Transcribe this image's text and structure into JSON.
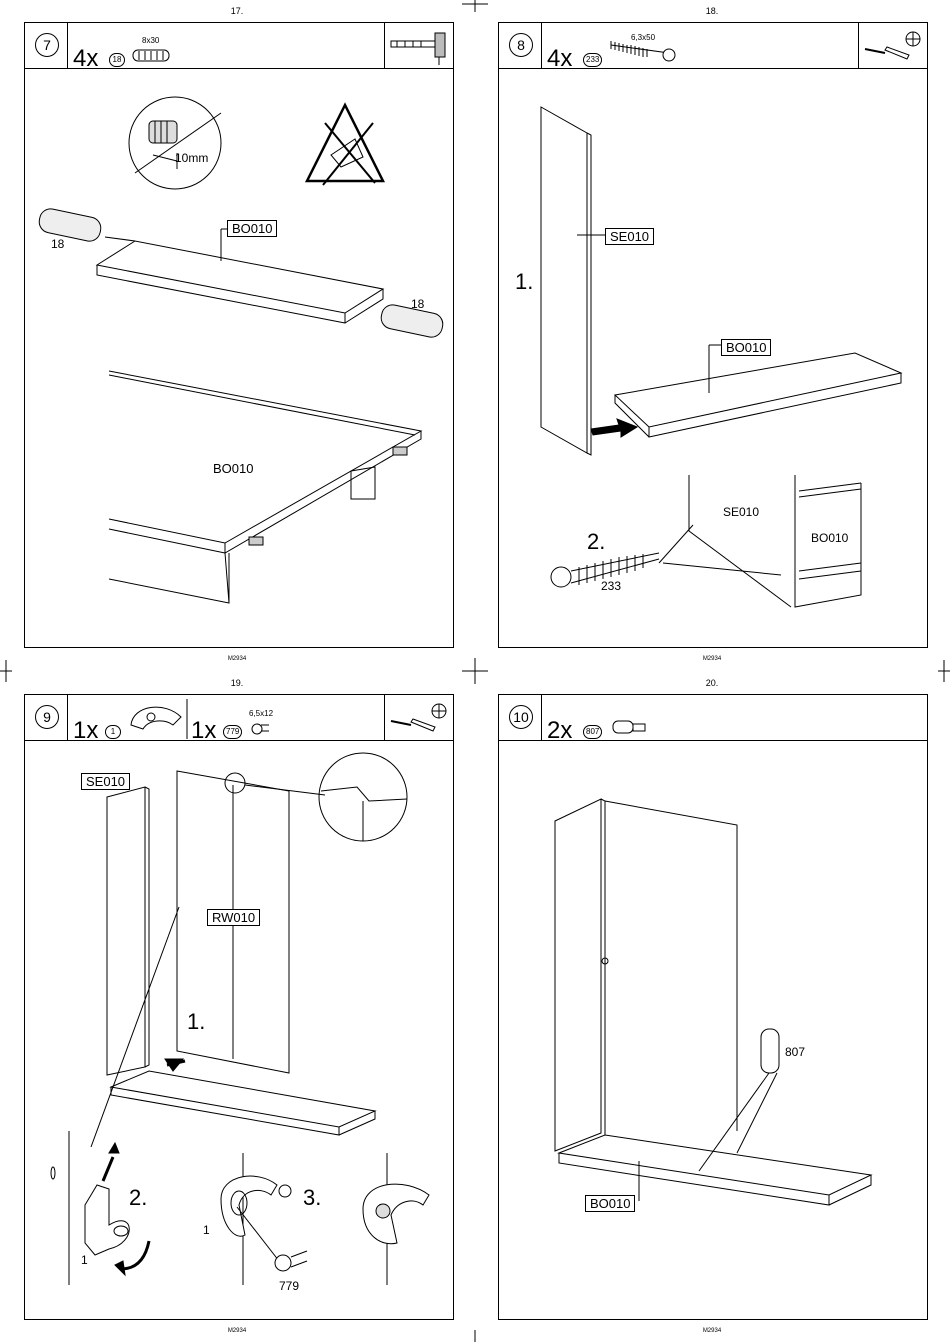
{
  "pages": [
    {
      "page_number": "17.",
      "step": "7",
      "parts": [
        {
          "qty": "4x",
          "part_no": "18",
          "dimension": "8x30"
        }
      ],
      "tools": [
        "hammer-icon"
      ],
      "labels": {
        "detail_measure": "10mm",
        "dowel_left": "18",
        "dowel_right": "18",
        "shelf_top": "BO010",
        "shelf_bottom": "BO010"
      },
      "code": "M2934"
    },
    {
      "page_number": "18.",
      "step": "8",
      "parts": [
        {
          "qty": "4x",
          "part_no": "233",
          "dimension": "6,3x50"
        }
      ],
      "tools": [
        "screwdriver-icon",
        "phillips-icon"
      ],
      "labels": {
        "side": "SE010",
        "shelf": "BO010",
        "sub1": "1.",
        "sub2": "2.",
        "screw": "233",
        "side_detail": "SE010",
        "shelf_detail": "BO010"
      },
      "code": "M2934"
    },
    {
      "page_number": "19.",
      "step": "9",
      "parts": [
        {
          "qty": "1x",
          "part_no": "1",
          "dimension": ""
        },
        {
          "qty": "1x",
          "part_no": "779",
          "dimension": "6,5x12"
        }
      ],
      "tools": [
        "screwdriver-icon",
        "phillips-icon"
      ],
      "labels": {
        "side": "SE010",
        "back": "RW010",
        "sub1": "1.",
        "sub2": "2.",
        "sub3": "3.",
        "hinge": "1",
        "hinge2": "1",
        "screw": "779"
      },
      "code": "M2934"
    },
    {
      "page_number": "20.",
      "step": "10",
      "parts": [
        {
          "qty": "2x",
          "part_no": "807",
          "dimension": ""
        }
      ],
      "tools": [],
      "labels": {
        "foot": "807",
        "shelf": "BO010"
      },
      "code": "M2934"
    }
  ]
}
